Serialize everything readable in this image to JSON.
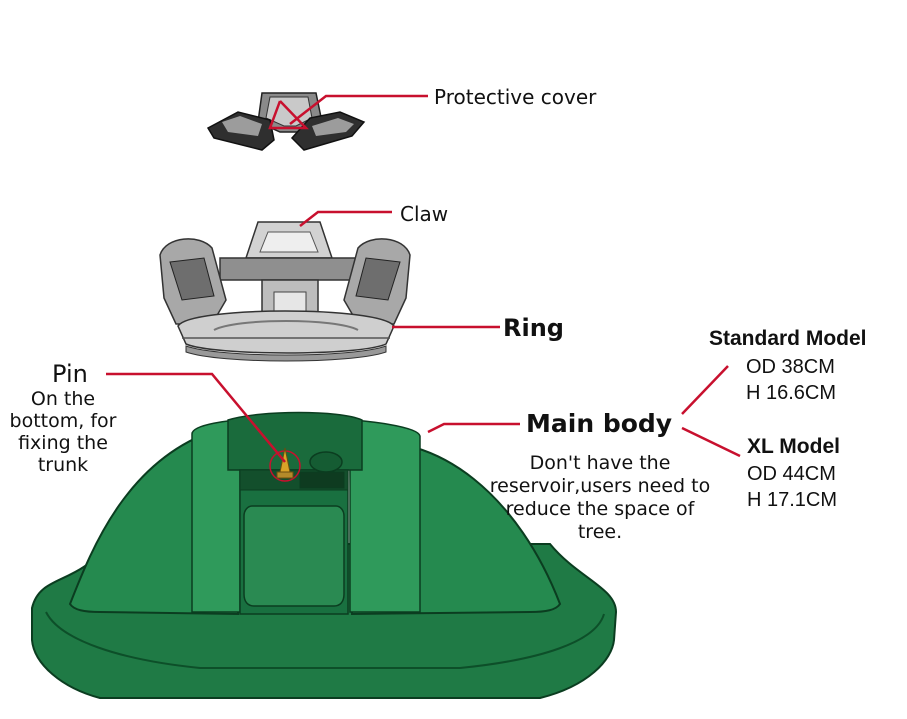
{
  "labels": {
    "protective_cover": "Protective cover",
    "claw": "Claw",
    "ring": "Ring",
    "pin": "Pin",
    "pin_note": "On the bottom, for fixing the trunk",
    "main_body": "Main body",
    "main_body_note": "Don't have the reservoir,users need to reduce the space of tree."
  },
  "models": [
    {
      "title": "Standard Model",
      "od": "OD 38CM",
      "h": "H 16.6CM"
    },
    {
      "title": "XL Model",
      "od": "OD 44CM",
      "h": "H 17.1CM"
    }
  ],
  "colors": {
    "body_green": "#1f7a45",
    "leader_red": "#c8102e",
    "part_gray": "#9a9a9a"
  }
}
